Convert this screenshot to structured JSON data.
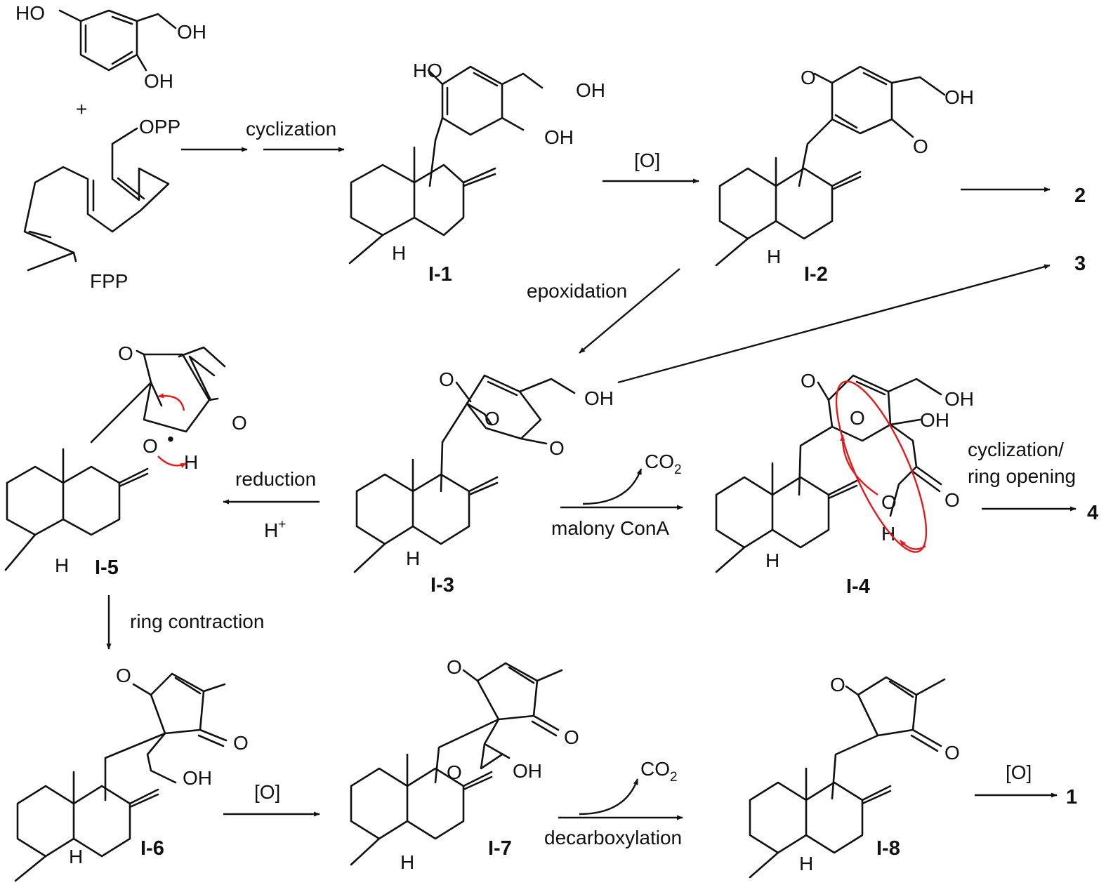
{
  "colors": {
    "ink": "#111111",
    "mechanism": "#e11b1b"
  },
  "compounds": {
    "fpp": "FPP",
    "i1": "I-1",
    "i2": "I-2",
    "i3": "I-3",
    "i4": "I-4",
    "i5": "I-5",
    "i6": "I-6",
    "i7": "I-7",
    "i8": "I-8"
  },
  "products": {
    "p1": "1",
    "p2": "2",
    "p3": "3",
    "p4": "4"
  },
  "steps": {
    "plus": "+",
    "cyclization": "cyclization",
    "oxidation": "[O]",
    "epoxidation": "epoxidation",
    "reduction": "reduction",
    "proton": "H",
    "proton_charge": "+",
    "co2": "CO",
    "co2_sub": "2",
    "malonyl": "malony ConA",
    "cyclization_ring_opening_1": "cyclization/",
    "cyclization_ring_opening_2": "ring opening",
    "ring_contraction": "ring contraction",
    "decarboxylation": "decarboxylation"
  },
  "atoms": {
    "ho": "HO",
    "oh": "OH",
    "opp": "OPP",
    "o": "O",
    "h": "H",
    "dot": "•"
  }
}
